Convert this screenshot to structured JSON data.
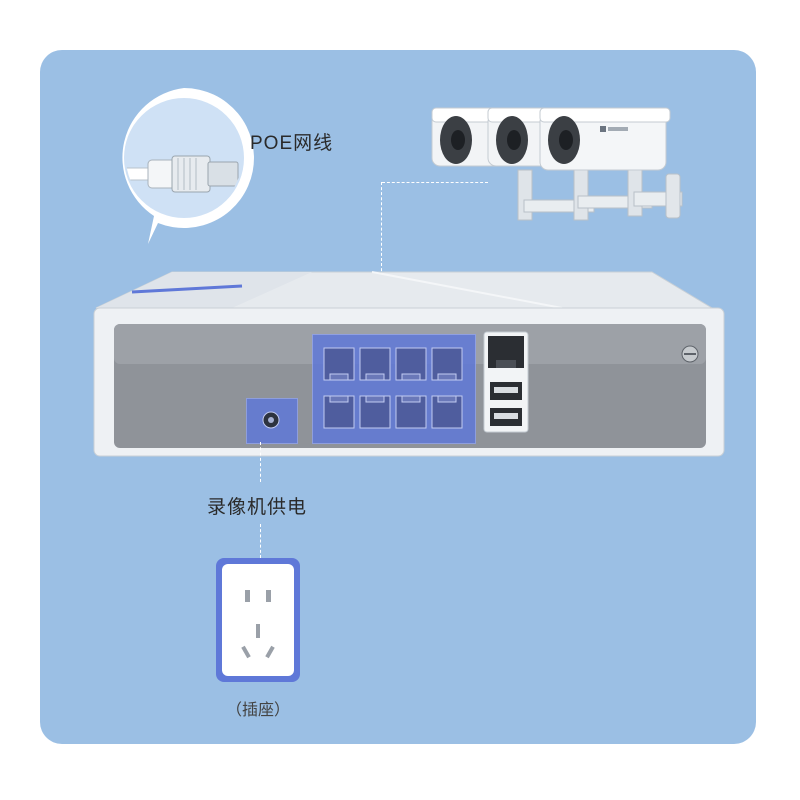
{
  "labels": {
    "poe_cable": "POE网线",
    "nvr_power": "录像机供电",
    "socket": "（插座）"
  },
  "nvr": {
    "poe_port_count": 8
  },
  "icons": {
    "cable": "poe-cable-connector-icon",
    "camera": "bullet-camera-icon",
    "socket": "power-socket-icon",
    "power_jack": "dc-power-jack-icon"
  },
  "colors": {
    "background": "#9bbfe4",
    "highlight": "#5f78d8",
    "bubble": "#ffffff",
    "bubble_inner": "#cfe1f5",
    "nvr_face": "#8f9399",
    "nvr_top": "#e6eaee"
  }
}
